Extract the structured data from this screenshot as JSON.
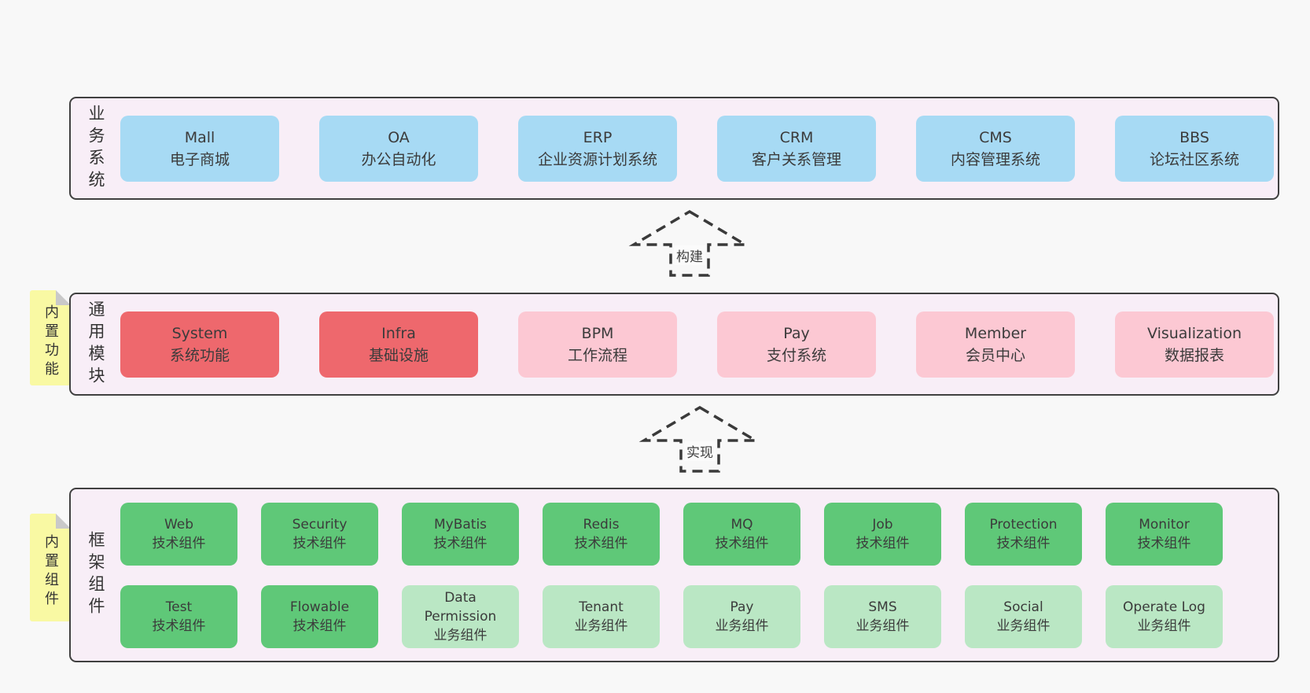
{
  "colors": {
    "page_bg": "#f8f8f8",
    "container_fill": "#f8eef7",
    "container_border": "#404040",
    "business_blue": "#a7daf4",
    "core_red": "#ee686d",
    "module_pink": "#fcc8d3",
    "tech_green": "#5fc878",
    "biz_light_green": "#bae7c4",
    "note_yellow": "#f9f9a3",
    "note_fold_gray": "#c9c9c9",
    "text": "#3b3b3b"
  },
  "arrows": [
    {
      "label": "构建"
    },
    {
      "label": "实现"
    }
  ],
  "layers": [
    {
      "label": "业务系统",
      "boxes": [
        {
          "name": "Mall",
          "desc": "电子商城",
          "type": "blue"
        },
        {
          "name": "OA",
          "desc": "办公自动化",
          "type": "blue"
        },
        {
          "name": "ERP",
          "desc": "企业资源计划系统",
          "type": "blue"
        },
        {
          "name": "CRM",
          "desc": "客户关系管理",
          "type": "blue"
        },
        {
          "name": "CMS",
          "desc": "内容管理系统",
          "type": "blue"
        },
        {
          "name": "BBS",
          "desc": "论坛社区系统",
          "type": "blue"
        }
      ]
    },
    {
      "label": "通用模块",
      "note": "内置功能",
      "boxes": [
        {
          "name": "System",
          "desc": "系统功能",
          "type": "red"
        },
        {
          "name": "Infra",
          "desc": "基础设施",
          "type": "red"
        },
        {
          "name": "BPM",
          "desc": "工作流程",
          "type": "pink"
        },
        {
          "name": "Pay",
          "desc": "支付系统",
          "type": "pink"
        },
        {
          "name": "Member",
          "desc": "会员中心",
          "type": "pink"
        },
        {
          "name": "Visualization",
          "desc": "数据报表",
          "type": "pink"
        }
      ]
    },
    {
      "label": "框架组件",
      "note": "内置组件",
      "rows": [
        [
          {
            "name": "Web",
            "desc": "技术组件",
            "type": "green"
          },
          {
            "name": "Security",
            "desc": "技术组件",
            "type": "green"
          },
          {
            "name": "MyBatis",
            "desc": "技术组件",
            "type": "green"
          },
          {
            "name": "Redis",
            "desc": "技术组件",
            "type": "green"
          },
          {
            "name": "MQ",
            "desc": "技术组件",
            "type": "green"
          },
          {
            "name": "Job",
            "desc": "技术组件",
            "type": "green"
          },
          {
            "name": "Protection",
            "desc": "技术组件",
            "type": "green"
          },
          {
            "name": "Monitor",
            "desc": "技术组件",
            "type": "green"
          }
        ],
        [
          {
            "name": "Test",
            "desc": "技术组件",
            "type": "green"
          },
          {
            "name": "Flowable",
            "desc": "技术组件",
            "type": "green"
          },
          {
            "name": "Data Permission",
            "desc": "业务组件",
            "type": "lightgreen"
          },
          {
            "name": "Tenant",
            "desc": "业务组件",
            "type": "lightgreen"
          },
          {
            "name": "Pay",
            "desc": "业务组件",
            "type": "lightgreen"
          },
          {
            "name": "SMS",
            "desc": "业务组件",
            "type": "lightgreen"
          },
          {
            "name": "Social",
            "desc": "业务组件",
            "type": "lightgreen"
          },
          {
            "name": "Operate Log",
            "desc": "业务组件",
            "type": "lightgreen"
          }
        ]
      ]
    }
  ]
}
